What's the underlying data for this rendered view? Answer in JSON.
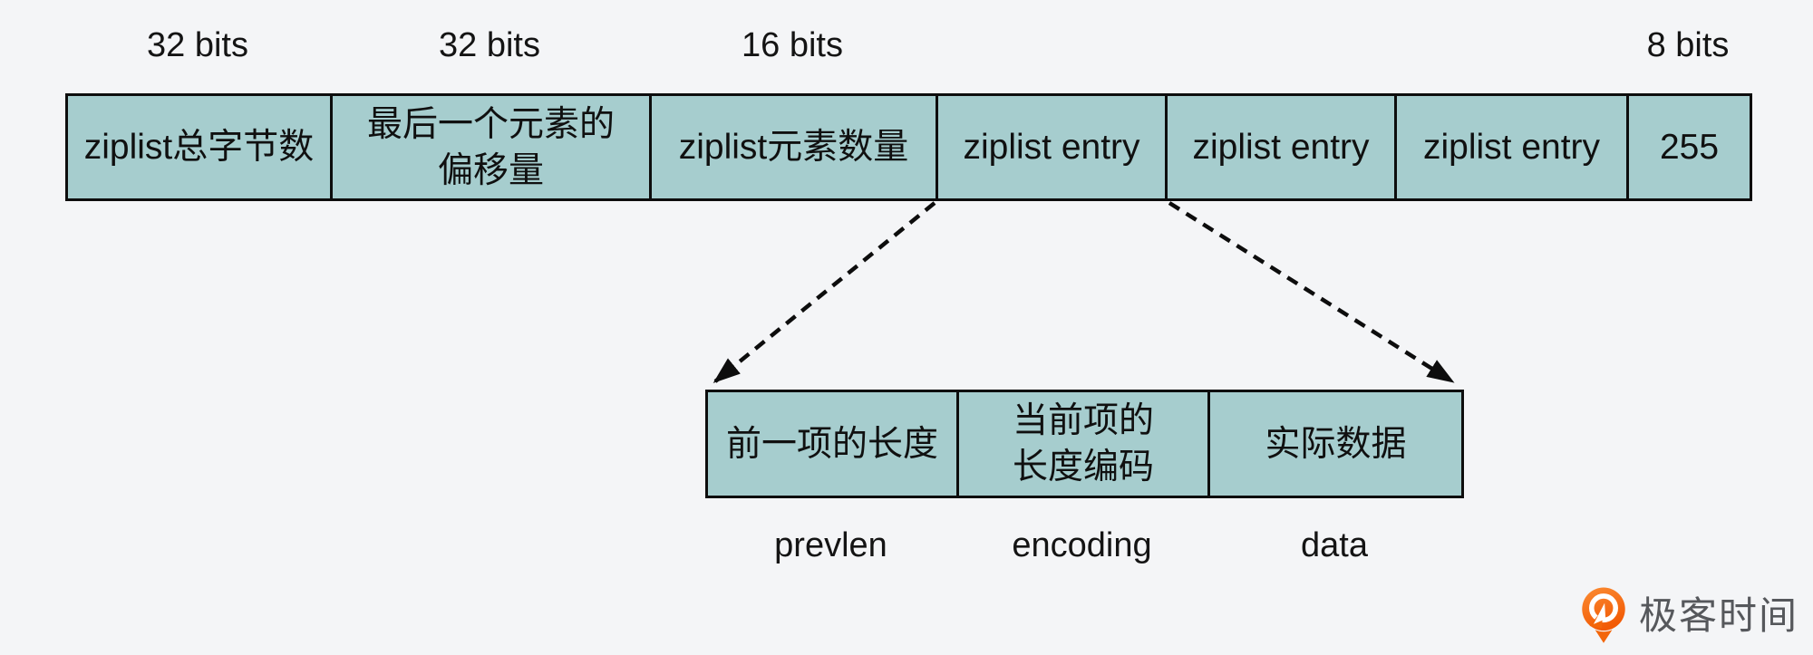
{
  "colors": {
    "background": "#f4f5f7",
    "cell_fill": "#a6cdce",
    "line_color": "#0d0d0d",
    "text_color": "#111111",
    "logo_orange": "#f3660a",
    "logo_text_gray": "#56585c"
  },
  "bit_labels": [
    {
      "text": "32 bits"
    },
    {
      "text": "32 bits"
    },
    {
      "text": "16 bits"
    },
    {
      "text": "8 bits"
    }
  ],
  "row1": {
    "cells": [
      {
        "lines": [
          "ziplist总字节数"
        ]
      },
      {
        "lines": [
          "最后一个元素的",
          "偏移量"
        ]
      },
      {
        "lines": [
          "ziplist元素数量"
        ]
      },
      {
        "lines": [
          "ziplist entry"
        ]
      },
      {
        "lines": [
          "ziplist entry"
        ]
      },
      {
        "lines": [
          "ziplist entry"
        ]
      },
      {
        "lines": [
          "255"
        ]
      }
    ]
  },
  "row2": {
    "cells": [
      {
        "lines": [
          "前一项的长度"
        ]
      },
      {
        "lines": [
          "当前项的",
          "长度编码"
        ]
      },
      {
        "lines": [
          "实际数据"
        ]
      }
    ],
    "field_labels": [
      {
        "text": "prevlen"
      },
      {
        "text": "encoding"
      },
      {
        "text": "data"
      }
    ]
  },
  "watermark": {
    "text": "极客时间"
  }
}
